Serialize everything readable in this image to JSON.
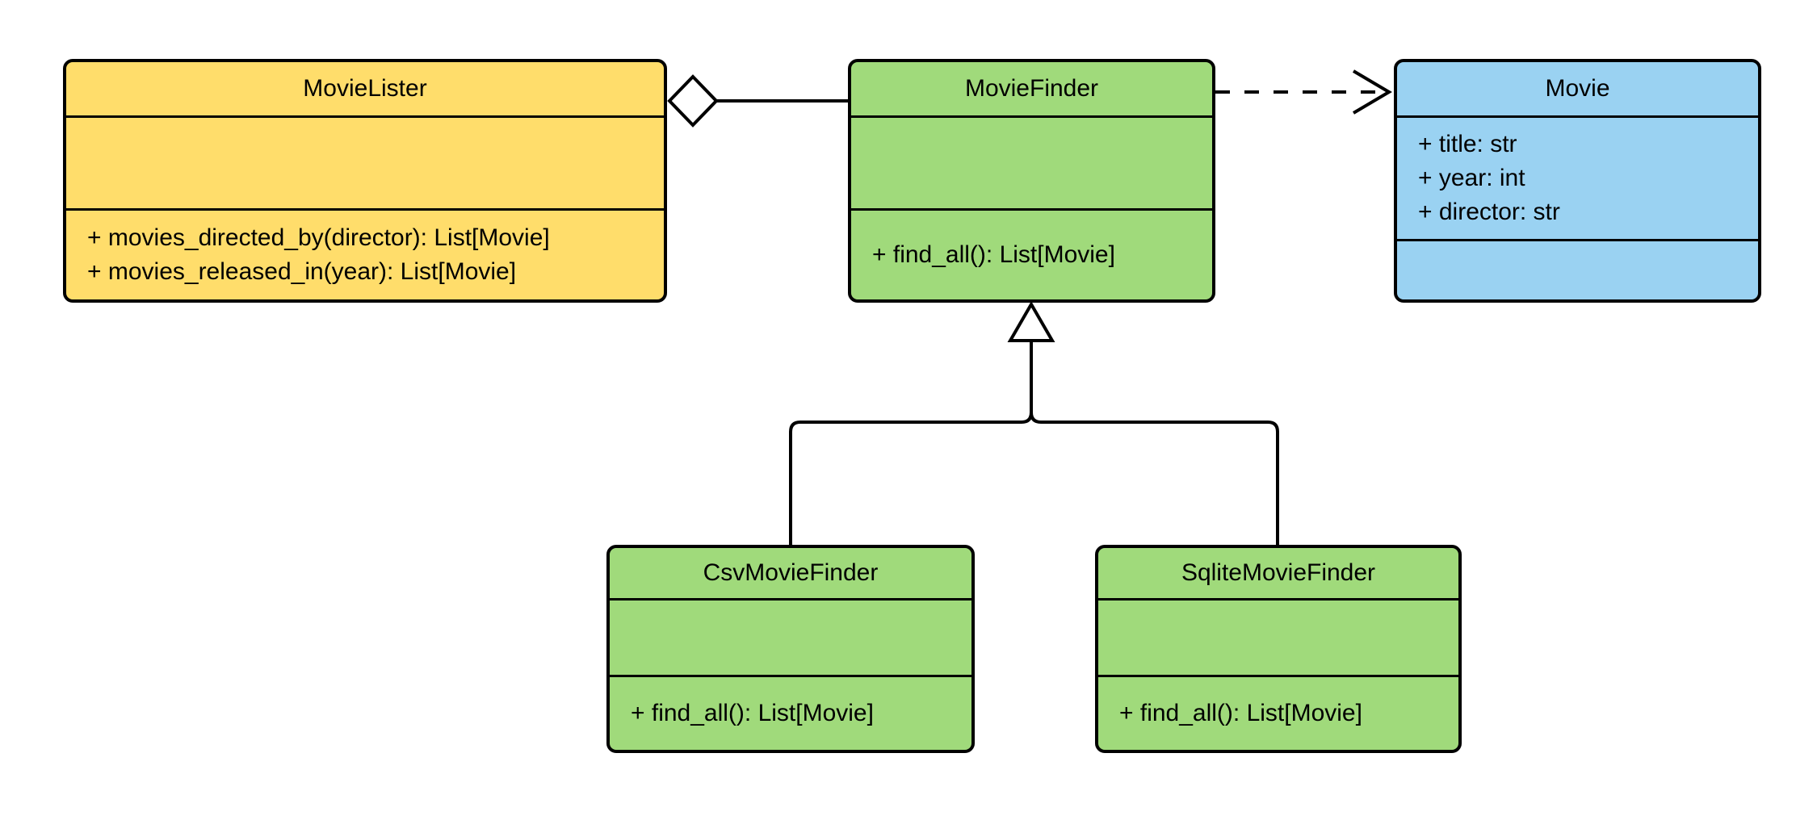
{
  "diagram": {
    "kind": "uml-class-diagram",
    "classes": [
      {
        "name": "MovieLister",
        "fill": "#FFDD6B",
        "attributes": [],
        "methods": [
          "+ movies_directed_by(director): List[Movie]",
          "+ movies_released_in(year): List[Movie]"
        ]
      },
      {
        "name": "MovieFinder",
        "fill": "#A0DA7B",
        "attributes": [],
        "methods": [
          "+ find_all(): List[Movie]"
        ]
      },
      {
        "name": "Movie",
        "fill": "#9AD2F2",
        "attributes": [
          "+ title: str",
          "+ year: int",
          "+ director: str"
        ],
        "methods": []
      },
      {
        "name": "CsvMovieFinder",
        "fill": "#A0DA7B",
        "attributes": [],
        "methods": [
          "+ find_all(): List[Movie]"
        ]
      },
      {
        "name": "SqliteMovieFinder",
        "fill": "#A0DA7B",
        "attributes": [],
        "methods": [
          "+ find_all(): List[Movie]"
        ]
      }
    ],
    "relationships": [
      {
        "type": "aggregation",
        "from": "MovieLister",
        "to": "MovieFinder",
        "marker": "hollow-diamond",
        "line": "solid"
      },
      {
        "type": "dependency",
        "from": "MovieFinder",
        "to": "Movie",
        "marker": "open-arrow",
        "line": "dashed"
      },
      {
        "type": "generalization",
        "from": "CsvMovieFinder",
        "to": "MovieFinder",
        "marker": "hollow-triangle",
        "line": "solid"
      },
      {
        "type": "generalization",
        "from": "SqliteMovieFinder",
        "to": "MovieFinder",
        "marker": "hollow-triangle",
        "line": "solid"
      }
    ],
    "colors": {
      "yellow": "#FFDD6B",
      "green": "#A0DA7B",
      "blue": "#9AD2F2",
      "stroke": "#000000",
      "background": "#FFFFFF"
    }
  }
}
